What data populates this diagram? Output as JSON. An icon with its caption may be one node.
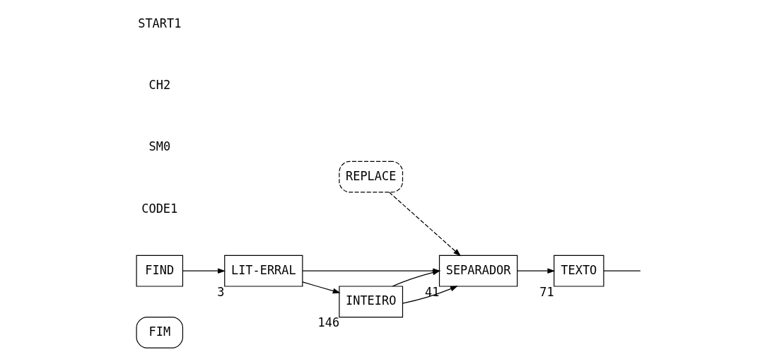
{
  "diagram": {
    "nodes": [
      {
        "text": [
          "FIM"
        ]
      },
      {
        "text": [
          "REPLACE"
        ]
      },
      {
        "text": [
          "FIND"
        ]
      },
      {
        "text": [
          "LIT-ERRAL"
        ],
        "beside": [
          "3"
        ]
      },
      {
        "text": [
          "SEPARADOR"
        ],
        "beside": [
          "41"
        ]
      },
      {
        "text": [
          "TEXTO"
        ],
        "beside": [
          "71"
        ]
      },
      {
        "text": [
          "INTEIRO"
        ],
        "beside": [
          "146"
        ]
      }
    ],
    "edges": [
      {
        "from": 2,
        "to": 3,
        "arrow": "to"
      },
      {
        "from": 3,
        "to": 4,
        "arrow": "to"
      },
      {
        "from": 1,
        "to": 4,
        "arrow": "to",
        "style": "dashed"
      },
      {
        "from": 4,
        "to": 5,
        "arrow": "to"
      },
      {
        "from": 5,
        "to": null,
        "arrow": "none"
      },
      {
        "from": 3,
        "to": 6,
        "arrow": "to"
      },
      {
        "from": 6,
        "to": 4,
        "arrow": "to"
      },
      {
        "from": 6,
        "to": 4,
        "arrow": "to"
      }
    ],
    "labels": [
      "CODE1",
      "SM0",
      "CH2",
      "START1"
    ]
  }
}
